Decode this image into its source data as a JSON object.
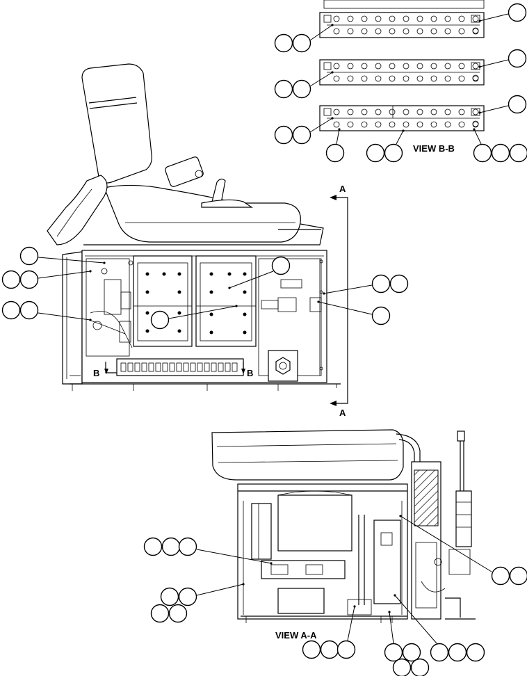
{
  "view_labels": {
    "view_bb": "VIEW B-B",
    "view_aa": "VIEW A-A"
  },
  "section_marks": {
    "a_top": "A",
    "a_bottom": "A",
    "b_left": "B",
    "b_right": "B"
  },
  "callout_bubbles_note": "All callout bubbles are blank (no text)."
}
